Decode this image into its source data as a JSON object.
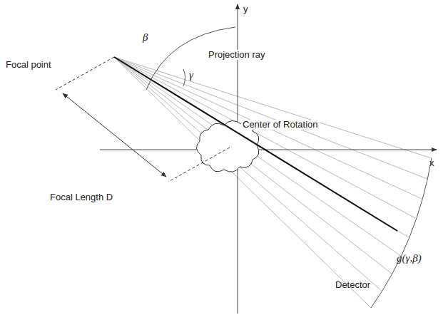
{
  "diagram": {
    "labels": [
      "β",
      "y",
      "Focal point",
      "Projection ray",
      "γ",
      "Center of Rotation",
      "x",
      "Focal Length D",
      "g(γ,β)",
      "Detector"
    ]
  }
}
